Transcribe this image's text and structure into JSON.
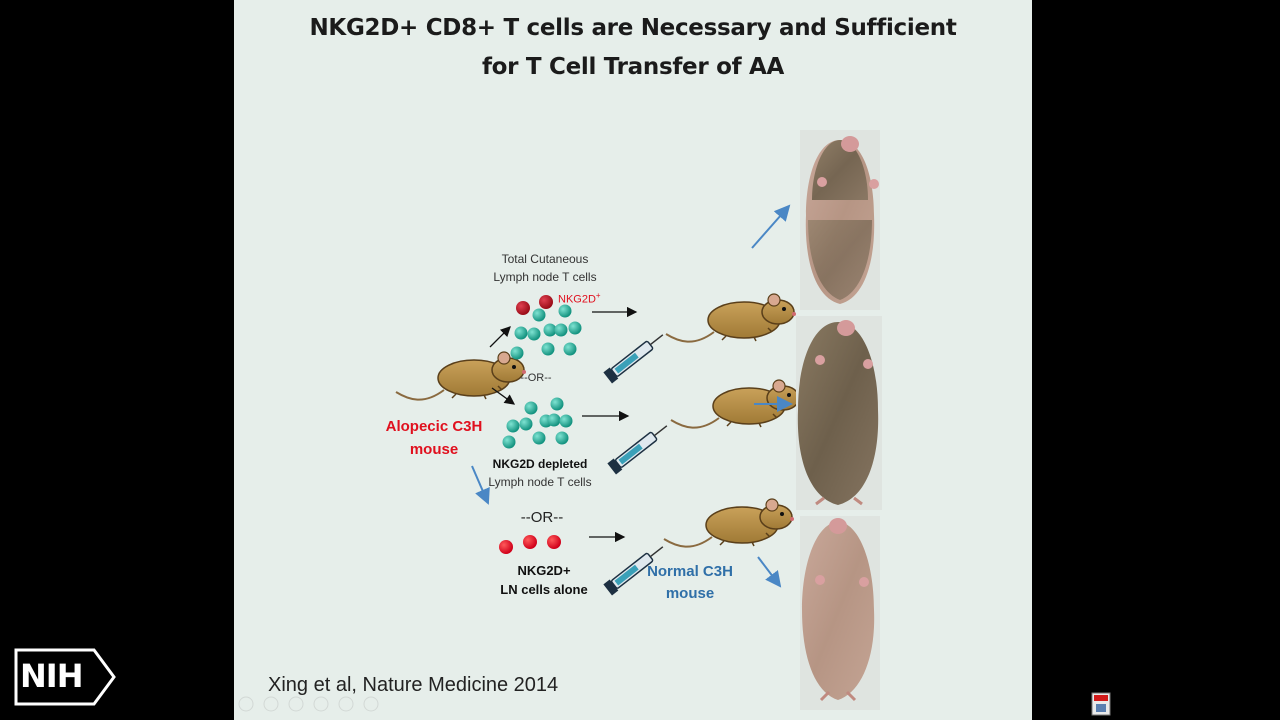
{
  "slide": {
    "title_line1": "NKG2D+ CD8+ T cells are Necessary and Sufficient",
    "title_line2": "for T Cell Transfer of AA",
    "source_label": "Alopecic C3H mouse",
    "source_label_line1": "Alopecic C3H",
    "source_label_line2": "mouse",
    "total_label_line1": "Total Cutaneous",
    "total_label_line2": "Lymph node T cells",
    "nkg2d_positive_marker": "NKG2D",
    "nkg2d_positive_sup": "+",
    "or_1": "--OR--",
    "depleted_label_line1": "NKG2D depleted",
    "depleted_label_line2": "Lymph node T cells",
    "or_2": "--OR--",
    "alone_label_line1": "NKG2D+",
    "alone_label_line2": "LN cells alone",
    "recipient_label_line1": "Normal C3H",
    "recipient_label_line2": "mouse",
    "citation": "Xing et al, Nature Medicine 2014"
  },
  "overlay": {
    "logo": "NIH"
  },
  "colors": {
    "slide_bg": "#e6eeea",
    "teal_cell": "#1fae9a",
    "red_cell": "#e3001b",
    "dark_red_cell": "#c0101a",
    "arrow_blue": "#4a87c5",
    "label_red": "#e0101e",
    "label_blue": "#2f6fa8"
  }
}
